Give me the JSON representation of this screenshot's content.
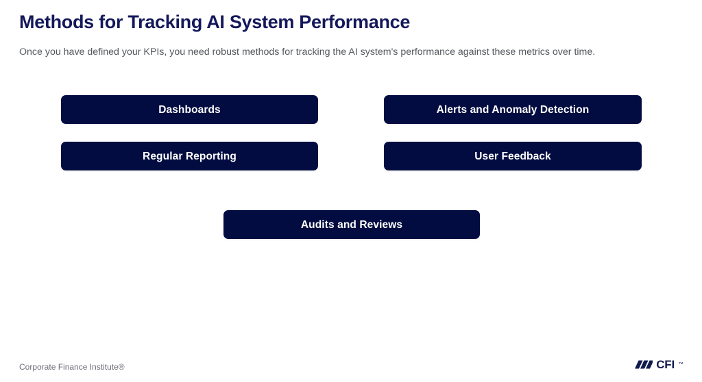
{
  "slide": {
    "title": "Methods for Tracking AI System Performance",
    "subtitle": "Once you have defined your KPIs, you need robust methods for tracking the AI system's performance against these metrics over time.",
    "boxes": [
      {
        "label": "Dashboards"
      },
      {
        "label": "Alerts and Anomaly Detection"
      },
      {
        "label": "Regular Reporting"
      },
      {
        "label": "User Feedback"
      },
      {
        "label": "Audits and Reviews"
      }
    ]
  },
  "footer": {
    "attribution": "Corporate Finance Institute®",
    "logo": {
      "icon": "cfi-bars-icon",
      "wordmark": "CFI",
      "trademark": "™"
    }
  },
  "colors": {
    "box_fill": "#020c40",
    "box_text": "#ffffff",
    "title": "#14185a",
    "subtitle": "#53565c",
    "footer": "#6b6e76",
    "logo": "#111a4e",
    "background": "#ffffff"
  }
}
